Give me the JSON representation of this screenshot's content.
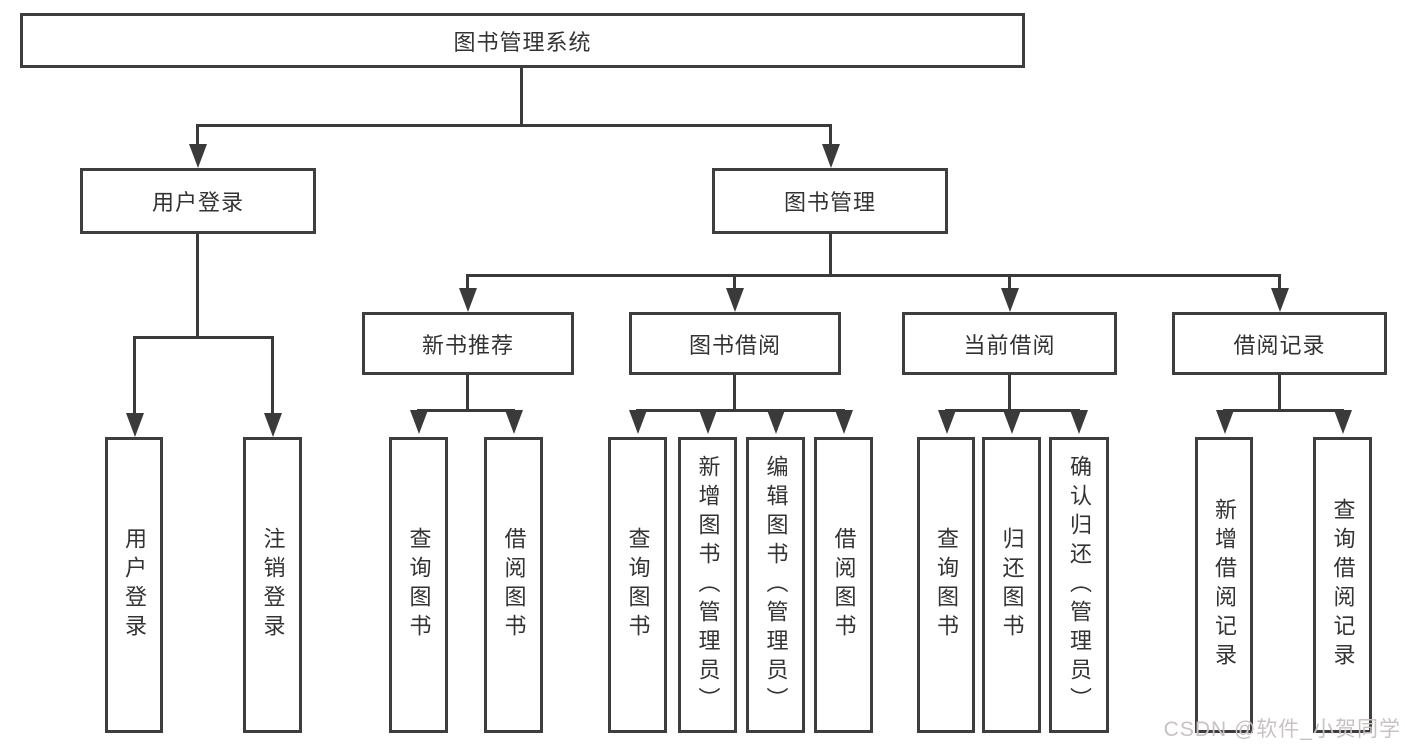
{
  "colors": {
    "line": "#3a3a3a",
    "box_border": "#3e3e3e",
    "text": "#333333",
    "watermark": "#c8c2c2",
    "background": "#ffffff"
  },
  "watermark": {
    "text": "CSDN @软件_小贺同学"
  },
  "tree": {
    "root": {
      "label": "图书管理系统"
    },
    "branches": [
      {
        "label": "用户登录",
        "children": [
          {
            "label": "用户登录"
          },
          {
            "label": "注销登录"
          }
        ]
      },
      {
        "label": "图书管理",
        "children": [
          {
            "label": "新书推荐",
            "children": [
              {
                "label": "查询图书"
              },
              {
                "label": "借阅图书"
              }
            ]
          },
          {
            "label": "图书借阅",
            "children": [
              {
                "label": "查询图书"
              },
              {
                "label": "新增图书（管理员）"
              },
              {
                "label": "编辑图书（管理员）"
              },
              {
                "label": "借阅图书"
              }
            ]
          },
          {
            "label": "当前借阅",
            "children": [
              {
                "label": "查询图书"
              },
              {
                "label": "归还图书"
              },
              {
                "label": "确认归还（管理员）"
              }
            ]
          },
          {
            "label": "借阅记录",
            "children": [
              {
                "label": "新增借阅记录"
              },
              {
                "label": "查询借阅记录"
              }
            ]
          }
        ]
      }
    ]
  }
}
